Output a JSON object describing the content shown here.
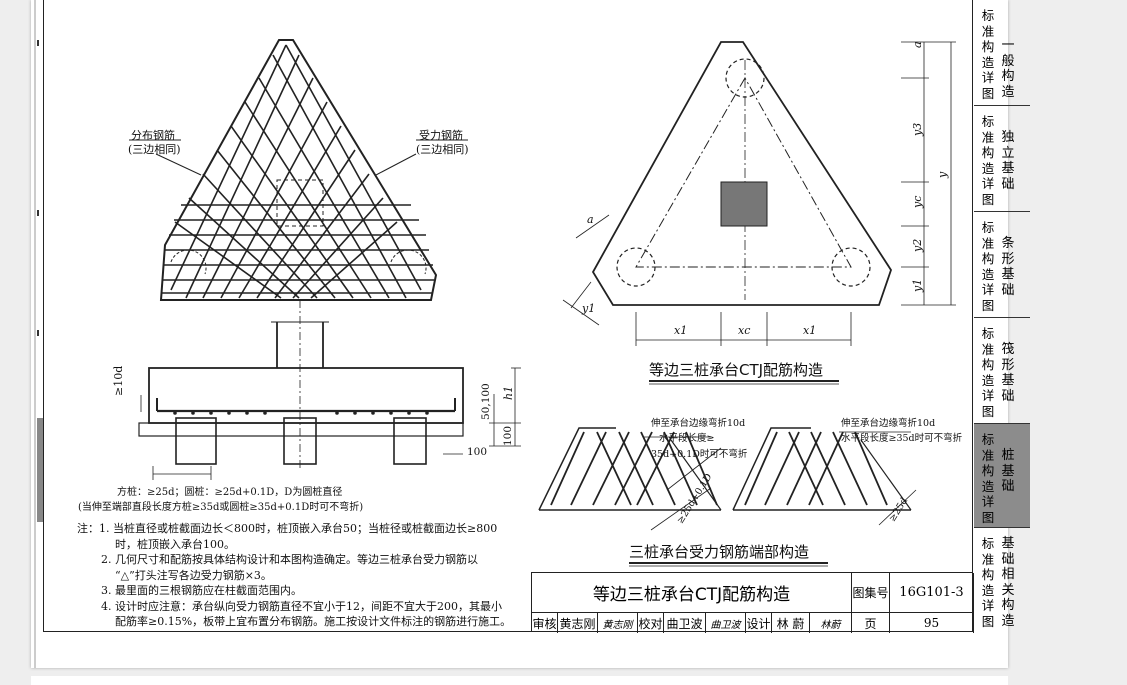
{
  "drawing": {
    "left_labels": {
      "distribution_bar": "分布钢筋",
      "distribution_bar_note": "(三边相同)",
      "stressed_bar": "受力钢筋",
      "stressed_bar_note": "(三边相同)"
    },
    "section_dims": {
      "d10": "≥10d",
      "d50_100": "50,100",
      "h1": "h1",
      "d100_v": "100",
      "d100_h": "100"
    },
    "anchorage_note_1": "方桩：≥25d；圆桩：≥25d+0.1D，D为圆桩直径",
    "anchorage_note_2": "(当伸至端部直段长度方桩≥35d或圆桩≥35d+0.1D时可不弯折)",
    "plan_dims": {
      "a_top": "a",
      "y3": "y3",
      "y": "y",
      "yc": "yc",
      "y2": "y2",
      "y1_right": "y1",
      "a_left": "a",
      "y1_left": "y1",
      "x1_left": "x1",
      "xc": "xc",
      "x1_right": "x1"
    },
    "plan_title": "等边三桩承台CTJ配筋构造",
    "end_detail": {
      "left_note_1": "伸至承台边缘弯折10d",
      "left_note_2": "水平段长度≥",
      "left_note_3": "35d+0.1D时可不弯折",
      "left_dim": "≥25d+0.1D",
      "right_note_1": "伸至承台边缘弯折10d",
      "right_note_2": "水平段长度≥35d时可不弯折",
      "right_dim": "≥25d"
    },
    "end_title": "三桩承台受力钢筋端部构造"
  },
  "notes": [
    "注：1. 当桩直径或桩截面边长＜800时，桩顶嵌入承台50；当桩径或桩截面边长≥800",
    "时，桩顶嵌入承台100。",
    "2. 几何尺寸和配筋按具体结构设计和本图构造确定。等边三桩承台受力钢筋以",
    "“△”打头注写各边受力钢筋×3。",
    "3. 最里面的三根钢筋应在柱截面范围内。",
    "4. 设计时应注意：承台纵向受力钢筋直径不宜小于12，间距不宜大于200，其最小",
    "配筋率≥0.15%，板带上宜布置分布钢筋。施工按设计文件标注的钢筋进行施工。"
  ],
  "title_block": {
    "title": "等边三桩承台CTJ配筋构造",
    "atlas_label": "图集号",
    "atlas_no": "16G101-3",
    "review_label": "审核",
    "reviewer": "黄志刚",
    "review_sig": "黄志刚",
    "check_label": "校对",
    "checker": "曲卫波",
    "check_sig": "曲卫波",
    "design_label": "设计",
    "designer": "林 蔚",
    "design_sig": "林蔚",
    "page_label": "页",
    "page_no": "95"
  },
  "tabs": [
    {
      "col1": "标准构造详图",
      "col2": "一般构造",
      "active": false
    },
    {
      "col1": "标准构造详图",
      "col2": "独立基础",
      "active": false
    },
    {
      "col1": "标准构造详图",
      "col2": "条形基础",
      "active": false
    },
    {
      "col1": "标准构造详图",
      "col2": "筏形基础",
      "active": false
    },
    {
      "col1": "标准构造详图",
      "col2": "桩基础",
      "active": true
    },
    {
      "col1": "标准构造详图",
      "col2": "基础相关构造",
      "active": false
    }
  ]
}
